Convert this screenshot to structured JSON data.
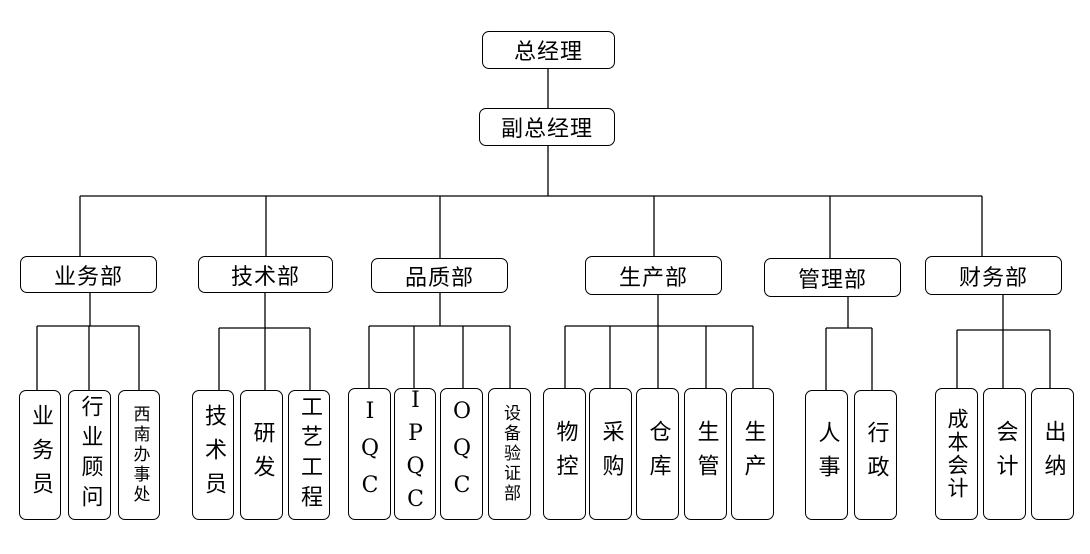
{
  "top": {
    "label": "总经理"
  },
  "deputy": {
    "label": "副总经理"
  },
  "departments": [
    {
      "name": "业务部",
      "units": [
        "业务员",
        "行业顾问",
        "西南办事处"
      ]
    },
    {
      "name": "技术部",
      "units": [
        "技术员",
        "研发",
        "工艺工程"
      ]
    },
    {
      "name": "品质部",
      "units": [
        "IQC",
        "IPQC",
        "OQC",
        "设备验证部"
      ]
    },
    {
      "name": "生产部",
      "units": [
        "物控",
        "采购",
        "仓库",
        "生管",
        "生产"
      ]
    },
    {
      "name": "管理部",
      "units": [
        "人事",
        "行政"
      ]
    },
    {
      "name": "财务部",
      "units": [
        "成本会计",
        "会计",
        "出纳"
      ]
    }
  ]
}
